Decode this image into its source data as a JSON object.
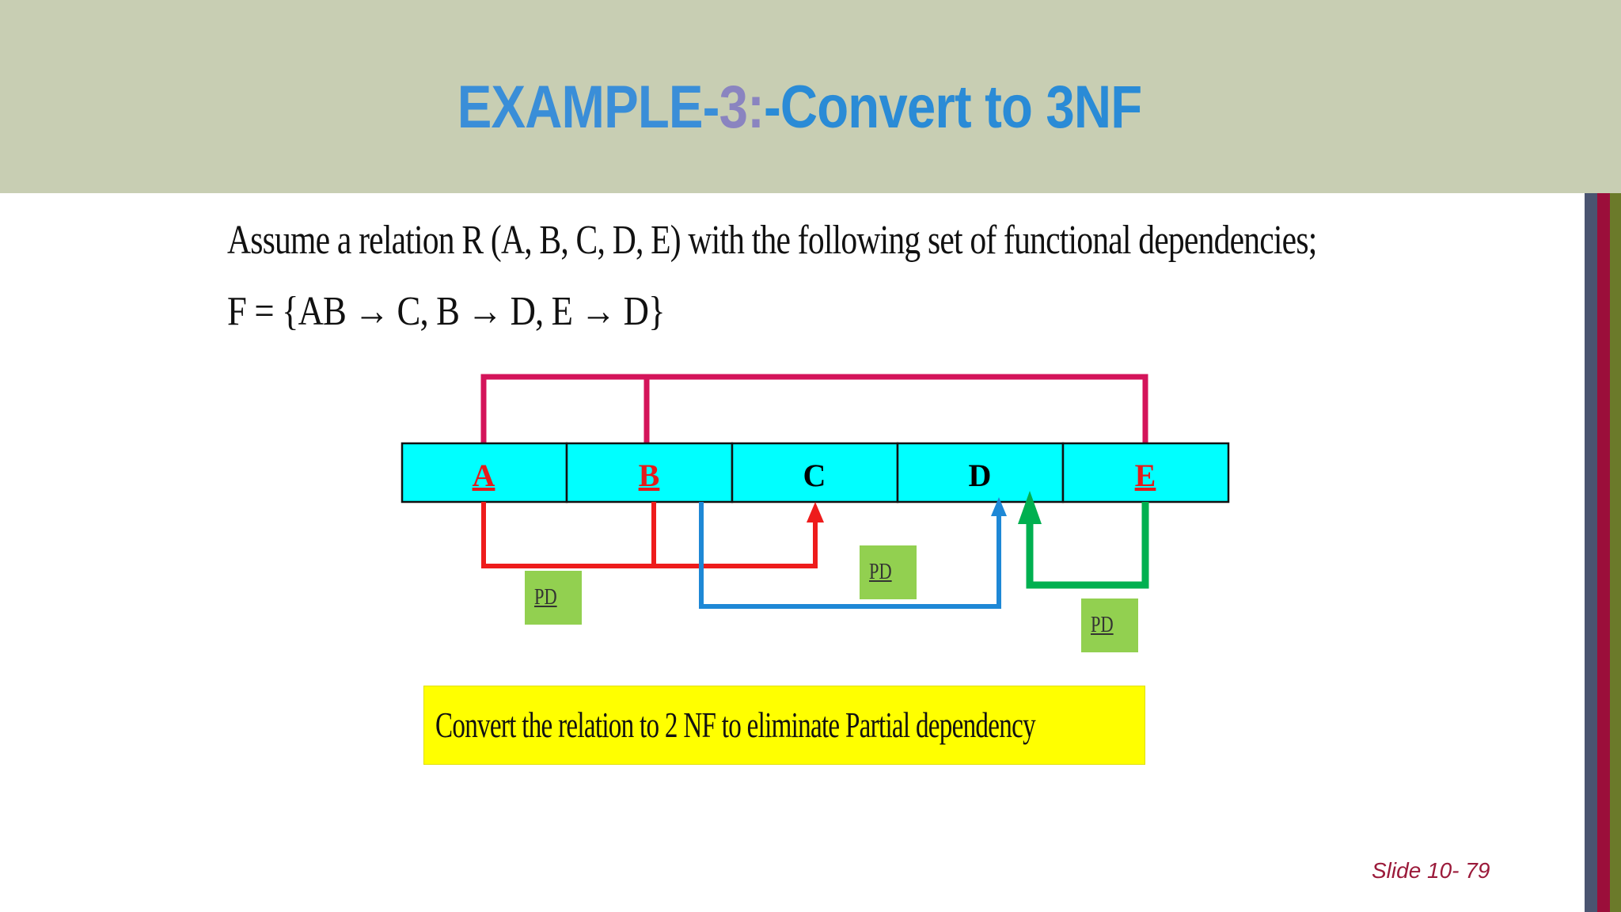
{
  "title": {
    "part1": "EXAMPLE-",
    "part2": "3:",
    "part3": "-Convert to 3NF"
  },
  "intro_line": "Assume a relation R (A, B, C, D, E) with the following set of functional dependencies;",
  "fd_line": "F = {AB → C, B → D, E → D}",
  "relation": {
    "attributes": [
      {
        "name": "A",
        "key": true
      },
      {
        "name": "B",
        "key": true
      },
      {
        "name": "C",
        "key": false
      },
      {
        "name": "D",
        "key": false
      },
      {
        "name": "E",
        "key": true
      }
    ]
  },
  "pd_labels": [
    "PD",
    "PD",
    "PD"
  ],
  "note": "Convert the relation to 2 NF to eliminate Partial dependency",
  "slide_number": "Slide 10- 79",
  "colors": {
    "header_bg": "#c8ceb3",
    "cell_bg": "#00ffff",
    "key_text": "#e41b1b",
    "magenta_line": "#d4145a",
    "red_line": "#ee1c1c",
    "blue_line": "#1e88d6",
    "green_line": "#00b050",
    "pd_box": "#92d050",
    "note_bg": "#ffff00"
  }
}
